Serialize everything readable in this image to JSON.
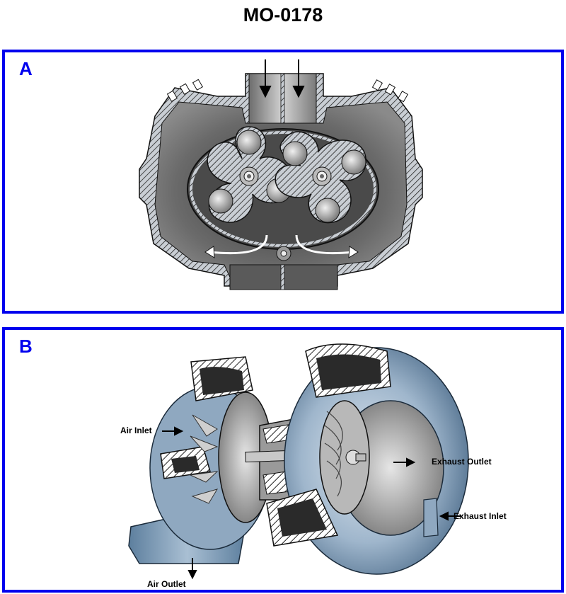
{
  "figure_id": "MO-0178",
  "panels": [
    {
      "label": "A",
      "subject": "Roots-type supercharger cross-section (three-lobe rotors)"
    },
    {
      "label": "B",
      "subject": "Turbocharger cutaway",
      "callouts": {
        "air_inlet": "Air Inlet",
        "exhaust_outlet": "Exhaust Outlet",
        "exhaust_inlet": "Exhaust Inlet",
        "air_outlet": "Air Outlet"
      }
    }
  ],
  "colors": {
    "panel_border": "#0000ee",
    "label": "#0000ee",
    "housing_gray": "#5a5a5a",
    "rotor_light": "#d8d8d8",
    "turbo_blue": "#8ea9c2"
  }
}
